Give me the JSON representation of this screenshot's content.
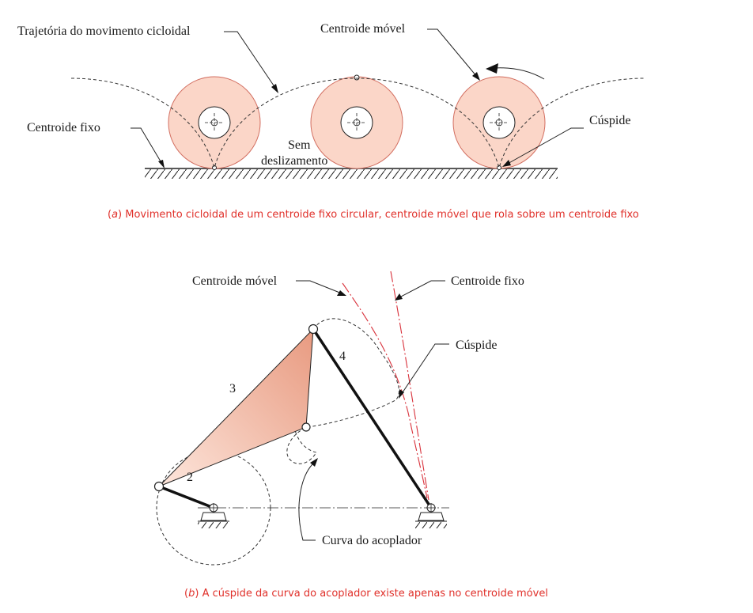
{
  "colors": {
    "wheel_fill": "#fbd6c8",
    "wheel_stroke": "#d26e60",
    "caption": "#e0302a",
    "centrode": "#d8303a",
    "link_fill": "#f1b49b"
  },
  "part_a": {
    "labels": {
      "trajectory": "Trajetória do movimento cicloidal",
      "moving_centrode": "Centroide móvel",
      "fixed_centrode": "Centroide fixo",
      "no_slip_line1": "Sem",
      "no_slip_line2": "deslizamento",
      "cusp": "Cúspide"
    },
    "caption_tag": "a",
    "caption_text": "Movimento cicloidal de um centroide fixo circular, centroide móvel que rola sobre um centroide fixo"
  },
  "part_b": {
    "labels": {
      "moving_centrode": "Centroide móvel",
      "fixed_centrode": "Centroide fixo",
      "cusp": "Cúspide",
      "coupler_curve": "Curva do acoplador",
      "link_2": "2",
      "link_3": "3",
      "link_4": "4"
    },
    "caption_tag": "b",
    "caption_text": "A cúspide da curva do acoplador existe apenas no centroide móvel"
  }
}
